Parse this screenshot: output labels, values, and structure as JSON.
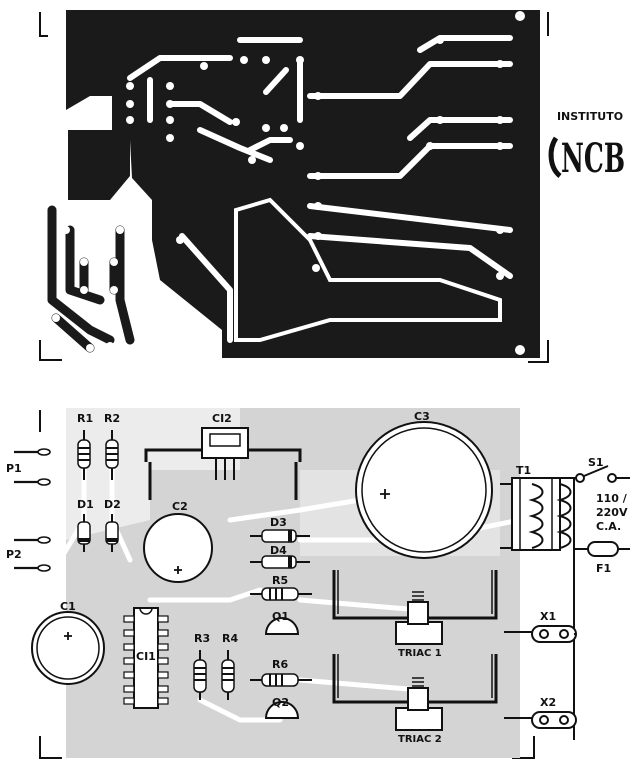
{
  "logo": {
    "top_text": "INSTITUTO",
    "main_text": "NCB"
  },
  "components": {
    "r1": "R1",
    "r2": "R2",
    "p1": "P1",
    "d1": "D1",
    "d2": "D2",
    "p2": "P2",
    "c1": "C1",
    "ci1": "CI1",
    "ci2": "CI2",
    "c2": "C2",
    "c3": "C3",
    "d3": "D3",
    "d4": "D4",
    "r5": "R5",
    "q1": "Q1",
    "r3": "R3",
    "r4": "R4",
    "r6": "R6",
    "q2": "Q2",
    "t1": "T1",
    "s1": "S1",
    "f1": "F1",
    "x1": "X1",
    "x2": "X2",
    "triac1": "TRIAC 1",
    "triac2": "TRIAC 2",
    "voltage_line1": "110 /",
    "voltage_line2": "220V",
    "voltage_line3": "C.A."
  },
  "colors": {
    "copper": "#1a1a1a",
    "paper": "#ffffff",
    "board_shade": "#d4d4d4",
    "ink": "#111111"
  }
}
